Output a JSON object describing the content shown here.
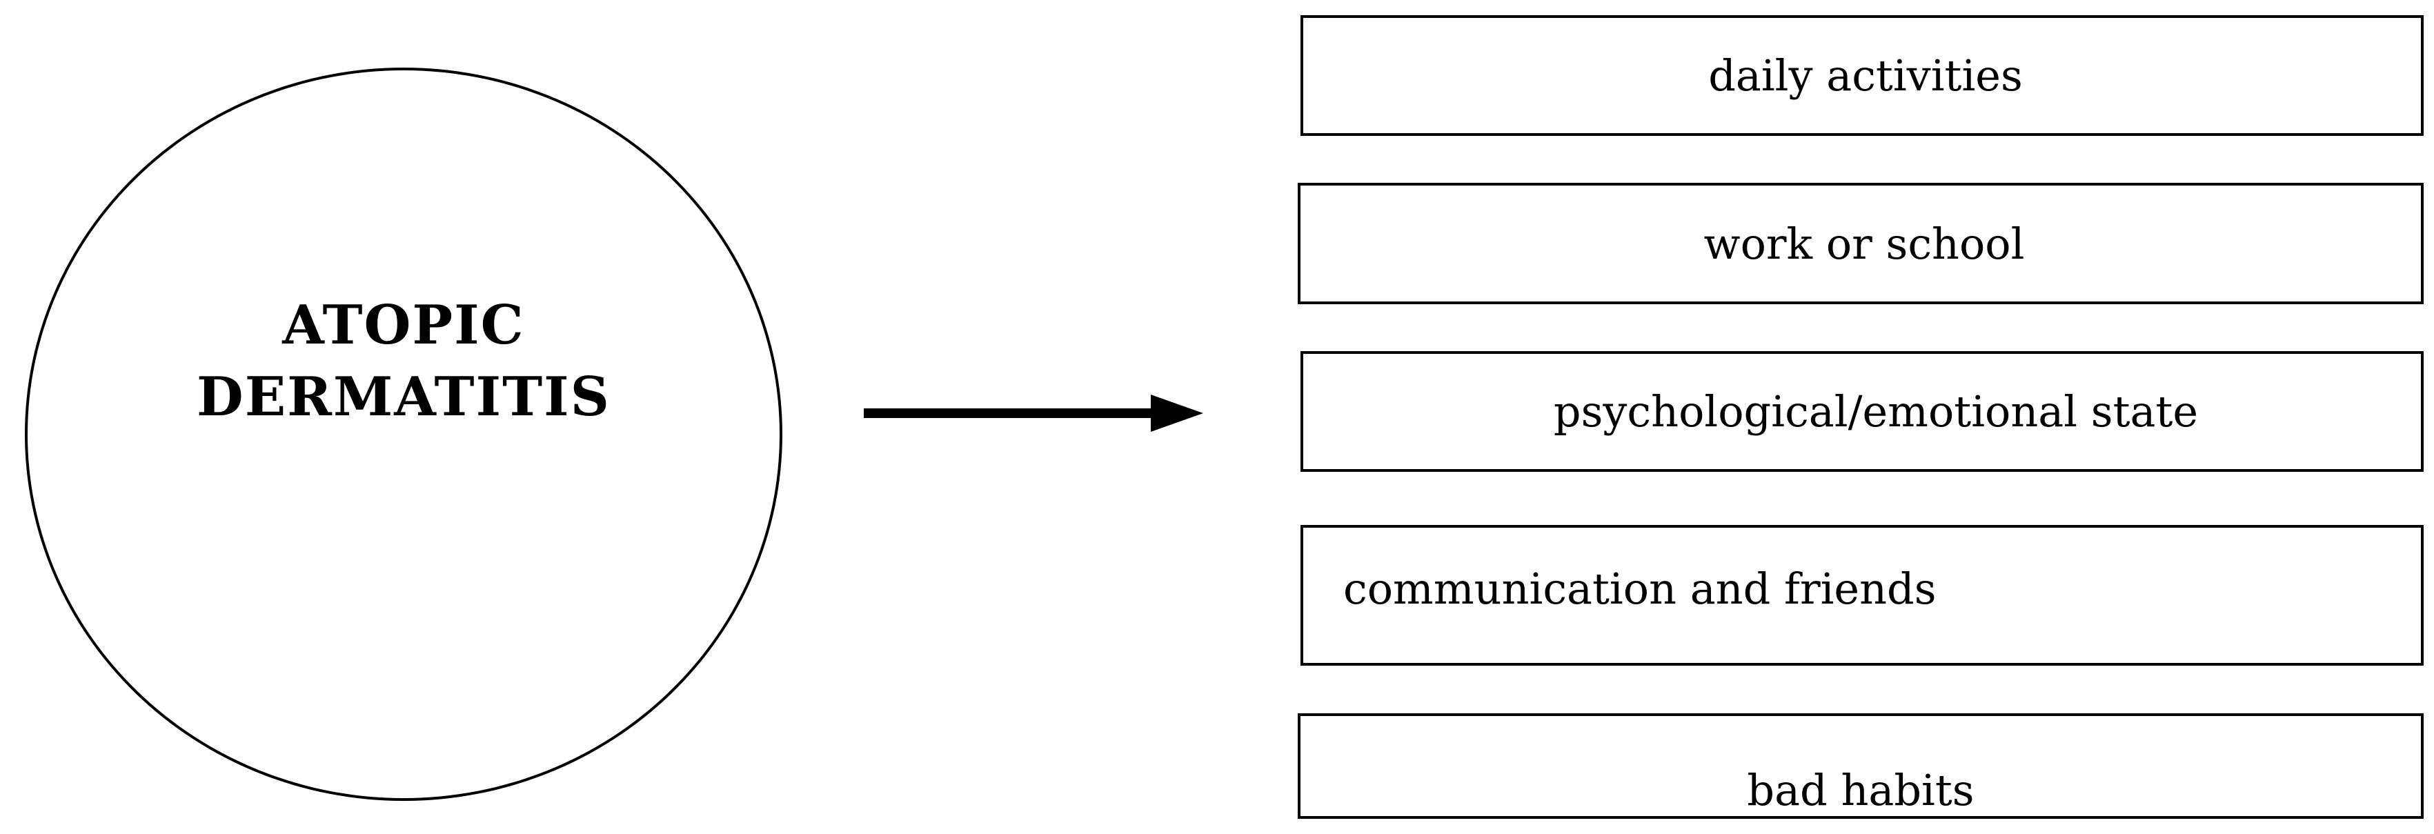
{
  "circle": {
    "line1": "ATOPIC",
    "line2": "DERMATITIS"
  },
  "boxes": [
    "daily activities",
    "work or school",
    "psychological/emotional state",
    "communication and friends",
    "bad habits"
  ],
  "colors": {
    "stroke": "#000000",
    "background": "#ffffff"
  }
}
